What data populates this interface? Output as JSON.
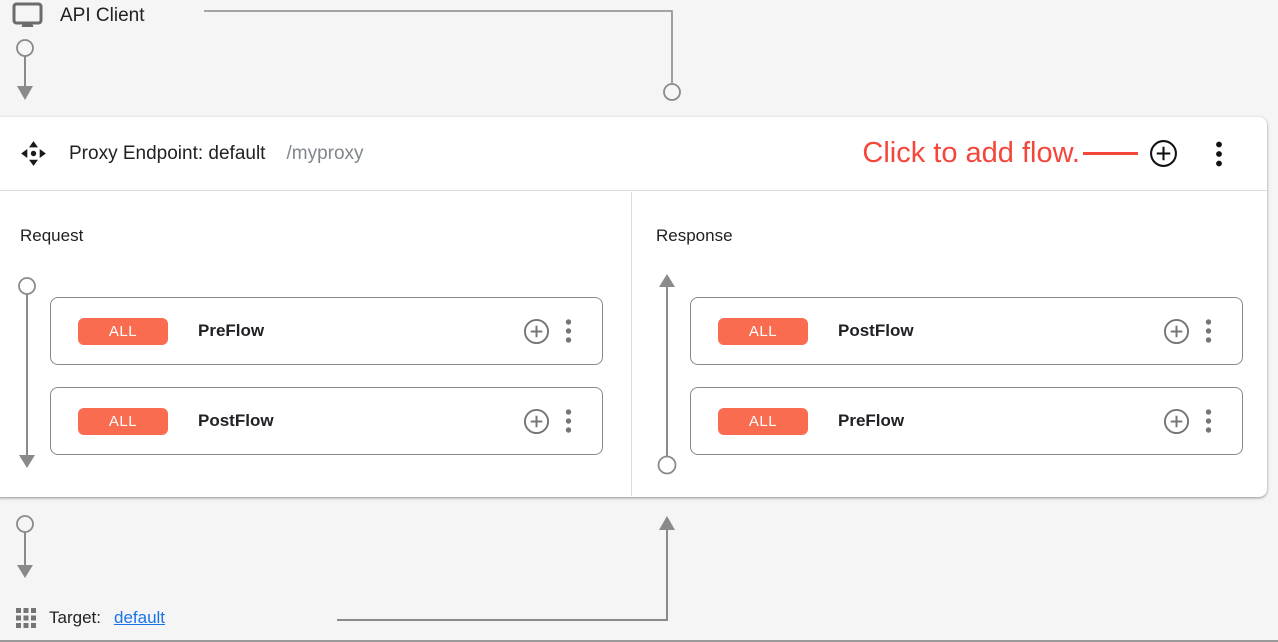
{
  "colors": {
    "annotation": "#f4463a",
    "badge": "#fa6c50",
    "link": "#1a73e8"
  },
  "api_client": {
    "label": "API Client",
    "icon": "monitor-icon"
  },
  "proxy_endpoint": {
    "icon": "proxy-endpoint-icon",
    "title": "Proxy Endpoint: default",
    "path": "/myproxy",
    "annotation": "Click to add flow.",
    "add_flow_icon": "add-circle-icon",
    "menu_icon": "kebab-menu-icon"
  },
  "request": {
    "label": "Request",
    "flows": [
      {
        "badge": "ALL",
        "name": "PreFlow"
      },
      {
        "badge": "ALL",
        "name": "PostFlow"
      }
    ]
  },
  "response": {
    "label": "Response",
    "flows": [
      {
        "badge": "ALL",
        "name": "PostFlow"
      },
      {
        "badge": "ALL",
        "name": "PreFlow"
      }
    ]
  },
  "target": {
    "label": "Target:",
    "link": "default",
    "icon": "grid-icon"
  }
}
